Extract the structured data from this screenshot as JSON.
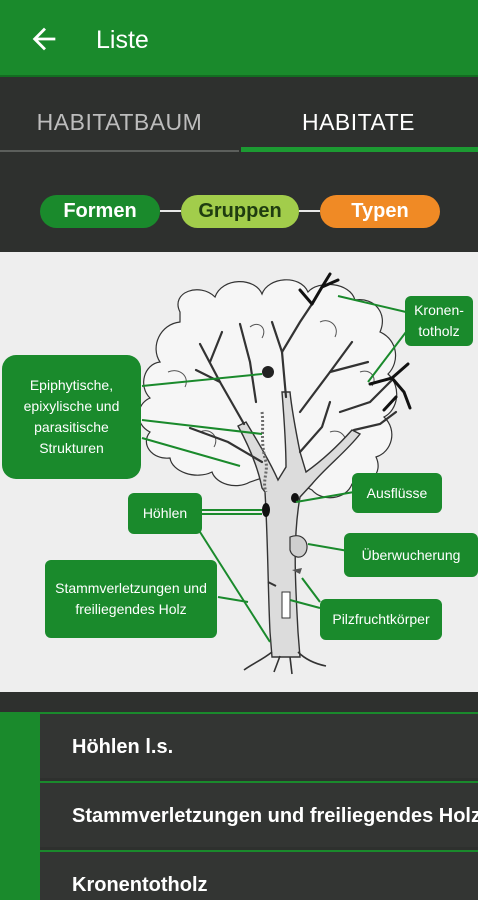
{
  "appbar": {
    "title": "Liste",
    "back_icon": "arrow-left-icon"
  },
  "tabs": [
    {
      "label": "HABITATBAUM",
      "selected": false
    },
    {
      "label": "HABITATE",
      "selected": true
    }
  ],
  "filters": [
    {
      "label": "Formen",
      "color": "#1a8a2c"
    },
    {
      "label": "Gruppen",
      "color": "#a2cd4b"
    },
    {
      "label": "Typen",
      "color": "#f08a25"
    }
  ],
  "figure": {
    "labels": {
      "kronentotholz": "Kronen-\ntotholz",
      "epiphytische": "Epiphytische,\nepixylische und\nparasitische\nStrukturen",
      "ausfluesse": "Ausflüsse",
      "hoehlen": "Höhlen",
      "ueberwucherung": "Überwucherung",
      "stammverletzungen": "Stammverletzungen und\nfreiliegendes Holz",
      "pilzfruchtkoerper": "Pilzfruchtkörper"
    }
  },
  "list": {
    "items": [
      "Höhlen l.s.",
      "Stammverletzungen und freiliegendes Holz",
      "Kronentotholz"
    ]
  },
  "colors": {
    "primary": "#1a8a2c",
    "dark": "#2e302e",
    "lime": "#a2cd4b",
    "orange": "#f08a25"
  }
}
